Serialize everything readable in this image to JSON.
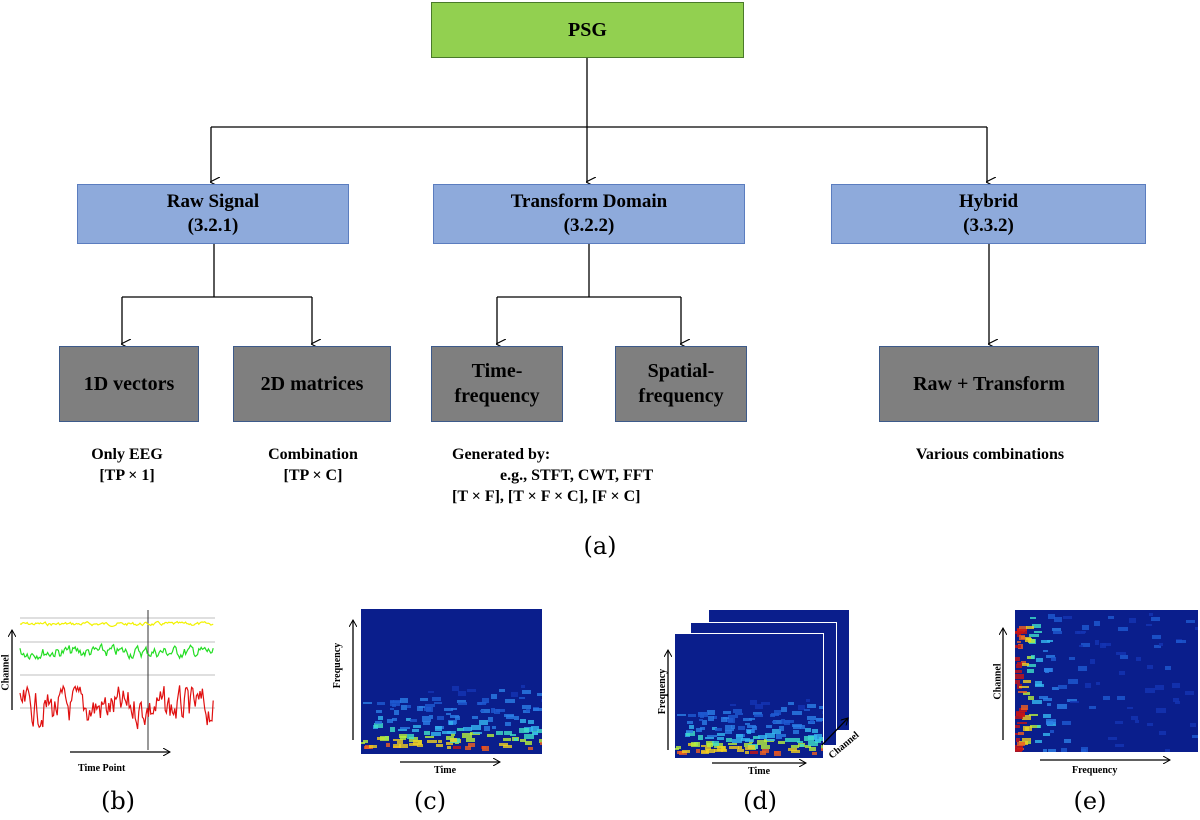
{
  "root": {
    "label": "PSG"
  },
  "categories": [
    {
      "title": "Raw Signal",
      "section": "(3.2.1)"
    },
    {
      "title": "Transform Domain",
      "section": "(3.2.2)"
    },
    {
      "title": "Hybrid",
      "section": "(3.3.2)"
    }
  ],
  "leaves": [
    {
      "line1": "1D vectors",
      "line2": ""
    },
    {
      "line1": "2D matrices",
      "line2": ""
    },
    {
      "line1": "Time-",
      "line2": "frequency"
    },
    {
      "line1": "Spatial-",
      "line2": "frequency"
    },
    {
      "line1": "Raw + Transform",
      "line2": ""
    }
  ],
  "notes": {
    "only_eeg": {
      "line1": "Only EEG",
      "line2": "[TP × 1]"
    },
    "combination": {
      "line1": "Combination",
      "line2": "[TP × C]"
    },
    "generated": {
      "line1": "Generated by:",
      "line2": "e.g., STFT, CWT, FFT",
      "line3": "[T × F], [T × F × C], [F × C]"
    },
    "various": {
      "line1": "Various combinations"
    }
  },
  "captions": {
    "a": "(a)",
    "b": "(b)",
    "c": "(c)",
    "d": "(d)",
    "e": "(e)"
  },
  "panels": {
    "b": {
      "xlabel": "Time Point",
      "ylabel": "Channel",
      "signal_colors": [
        "#f2f200",
        "#22dd22",
        "#e01010"
      ]
    },
    "c": {
      "xlabel": "Time",
      "ylabel": "Frequency"
    },
    "d": {
      "xlabel": "Time",
      "ylabel": "Frequency",
      "zlabel": "Channel"
    },
    "e": {
      "xlabel": "Frequency",
      "ylabel": "Channel"
    }
  },
  "colors": {
    "root": "#92d050",
    "category": "#8eaadb",
    "leaf": "#7f7f7f",
    "spectrogram_bg": "#0a1e8c"
  }
}
